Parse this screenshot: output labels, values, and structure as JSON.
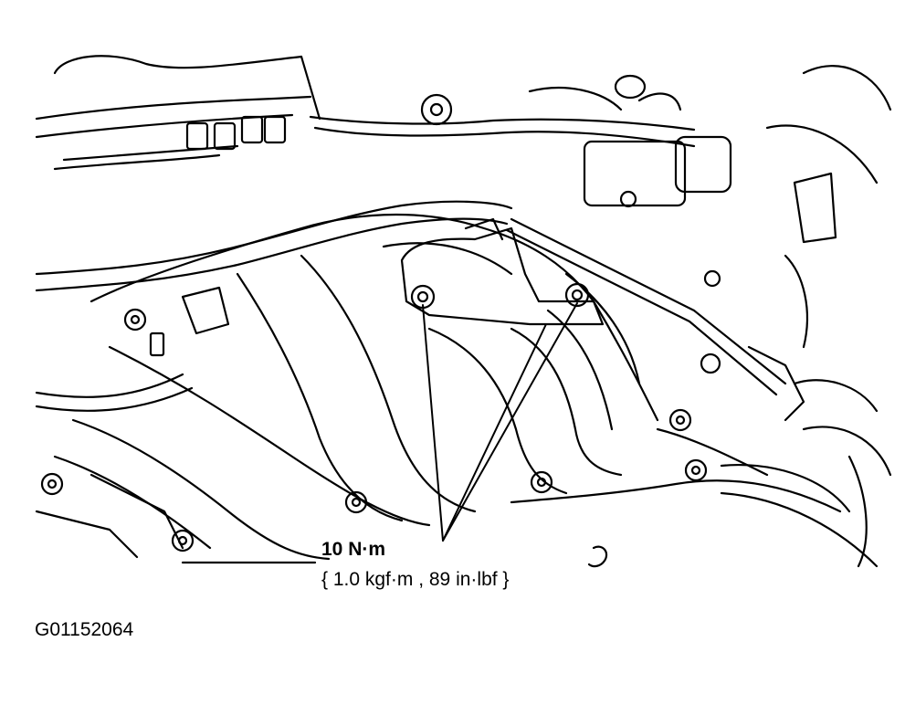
{
  "figure": {
    "callout": {
      "torque": "10 N·m",
      "torque_alt": "{ 1.0 kgf·m , 89 in·lbf }"
    },
    "figure_id": "G01152064"
  },
  "colors": {
    "line": "#000000",
    "background": "#ffffff"
  }
}
